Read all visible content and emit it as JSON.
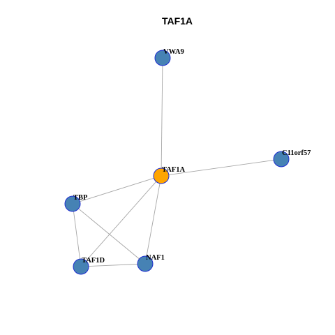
{
  "title": "TAF1A",
  "colors": {
    "center_node": "#ffa500",
    "neighbor_node": "#4682b4",
    "node_border": "#1f2fd0",
    "edge": "#a6a6a6"
  },
  "nodes": [
    {
      "id": "TAF1A",
      "label": "TAF1A",
      "role": "center"
    },
    {
      "id": "VWA9",
      "label": "VWA9",
      "role": "neighbor"
    },
    {
      "id": "C11orf57",
      "label": "C11orf57",
      "role": "neighbor"
    },
    {
      "id": "TBP",
      "label": "TBP",
      "role": "neighbor"
    },
    {
      "id": "TAF1D",
      "label": "TAF1D",
      "role": "neighbor"
    },
    {
      "id": "NAF1",
      "label": "NAF1",
      "role": "neighbor"
    }
  ],
  "edges": [
    {
      "source": "TAF1A",
      "target": "VWA9"
    },
    {
      "source": "TAF1A",
      "target": "C11orf57"
    },
    {
      "source": "TAF1A",
      "target": "TBP"
    },
    {
      "source": "TAF1A",
      "target": "TAF1D"
    },
    {
      "source": "TAF1A",
      "target": "NAF1"
    },
    {
      "source": "TBP",
      "target": "TAF1D"
    },
    {
      "source": "TBP",
      "target": "NAF1"
    },
    {
      "source": "TAF1D",
      "target": "NAF1"
    }
  ]
}
